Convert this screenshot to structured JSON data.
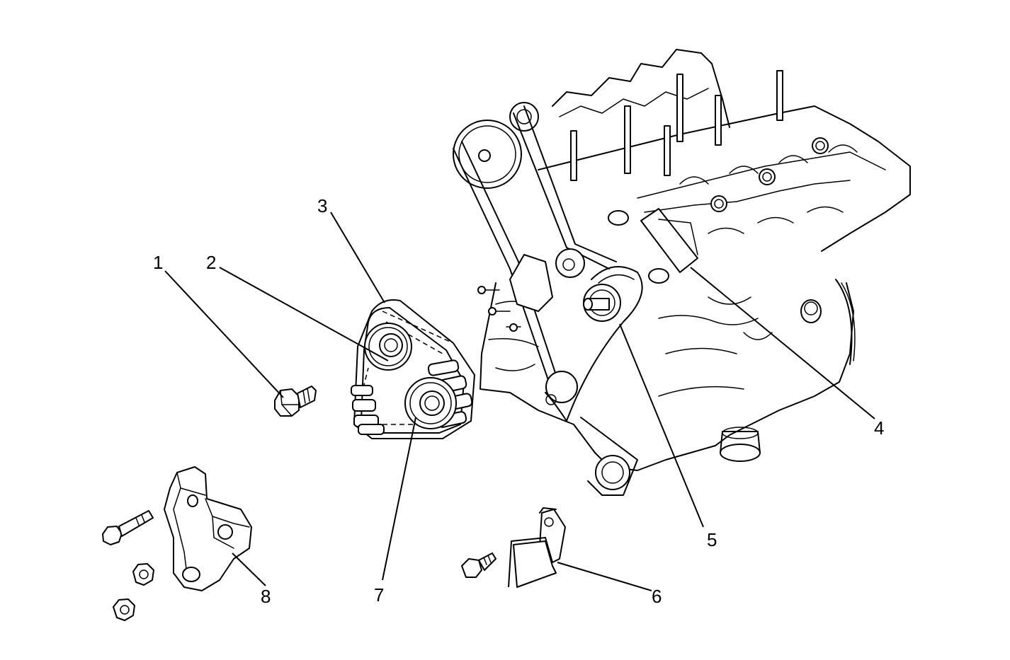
{
  "callouts": [
    {
      "id": "1",
      "label": "1"
    },
    {
      "id": "2",
      "label": "2"
    },
    {
      "id": "3",
      "label": "3"
    },
    {
      "id": "4",
      "label": "4"
    },
    {
      "id": "5",
      "label": "5"
    },
    {
      "id": "6",
      "label": "6"
    },
    {
      "id": "7",
      "label": "7"
    },
    {
      "id": "8",
      "label": "8"
    }
  ],
  "colors": {
    "line": "#000000",
    "background": "#ffffff"
  }
}
